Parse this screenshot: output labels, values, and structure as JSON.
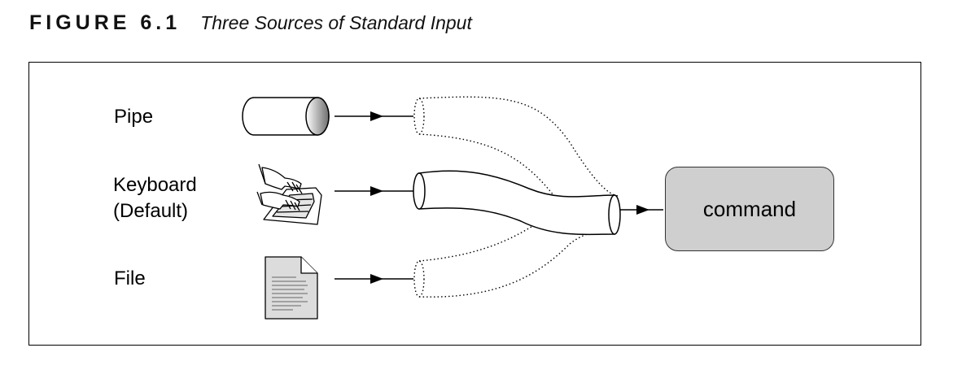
{
  "caption": {
    "label": "FIGURE 6.1",
    "title": "Three Sources of Standard Input"
  },
  "sources": [
    {
      "id": "pipe",
      "label_lines": [
        "Pipe"
      ],
      "icon": "pipe-icon"
    },
    {
      "id": "keyboard",
      "label_lines": [
        "Keyboard",
        "(Default)"
      ],
      "icon": "keyboard-hands-icon"
    },
    {
      "id": "file",
      "label_lines": [
        "File"
      ],
      "icon": "document-icon"
    }
  ],
  "target": {
    "label": "command"
  },
  "colors": {
    "command_fill": "#cfcfcf",
    "frame_stroke": "#000000",
    "file_fill": "#dcdcdc"
  }
}
